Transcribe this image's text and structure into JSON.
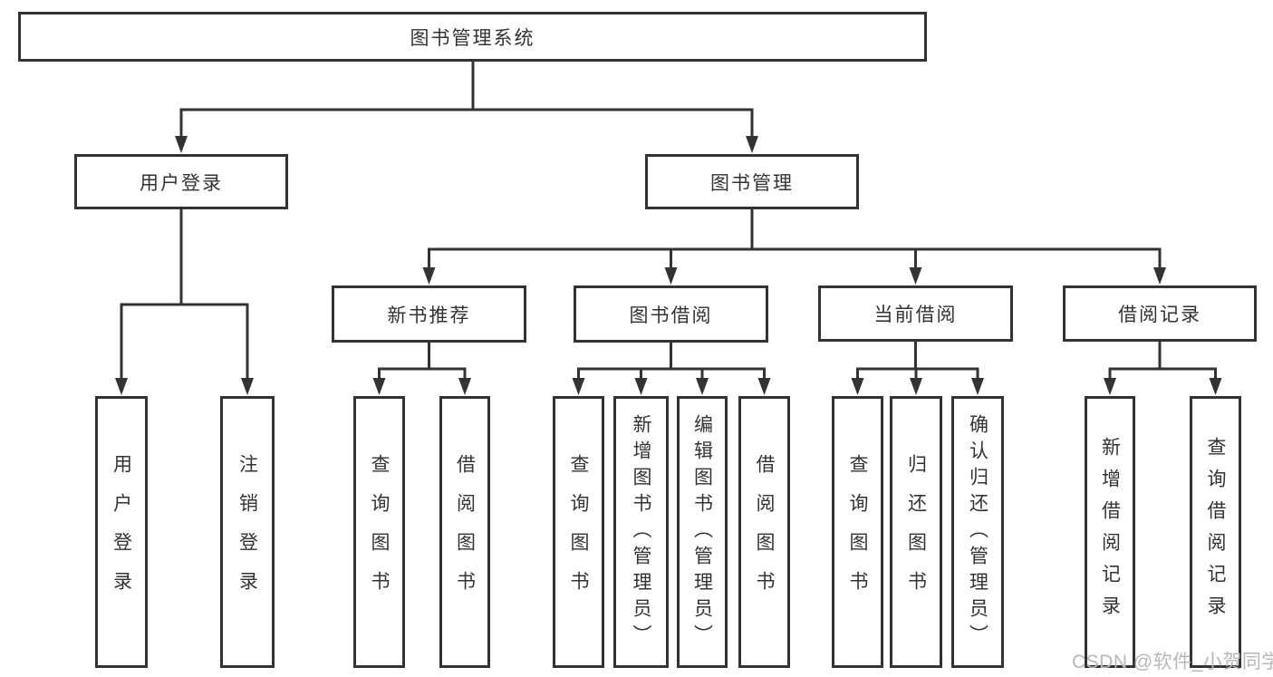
{
  "diagram": {
    "title": "图书管理系统",
    "level2": [
      {
        "label": "用户登录",
        "children": [
          {
            "label": "用户登录"
          },
          {
            "label": "注销登录"
          }
        ]
      },
      {
        "label": "图书管理",
        "children": [
          {
            "label": "新书推荐",
            "children": [
              {
                "label": "查询图书"
              },
              {
                "label": "借阅图书"
              }
            ]
          },
          {
            "label": "图书借阅",
            "children": [
              {
                "label": "查询图书"
              },
              {
                "label": "新增图书（管理员）"
              },
              {
                "label": "编辑图书（管理员）"
              },
              {
                "label": "借阅图书"
              }
            ]
          },
          {
            "label": "当前借阅",
            "children": [
              {
                "label": "查询图书"
              },
              {
                "label": "归还图书"
              },
              {
                "label": "确认归还（管理员）"
              }
            ]
          },
          {
            "label": "借阅记录",
            "children": [
              {
                "label": "新增借阅记录"
              },
              {
                "label": "查询借阅记录"
              }
            ]
          }
        ]
      }
    ]
  },
  "watermark": {
    "text": "CSDN @软件_小贺同学"
  },
  "colors": {
    "line": "#333333",
    "text": "#333333",
    "background": "#ffffff",
    "watermark": "#b7b7b7"
  }
}
